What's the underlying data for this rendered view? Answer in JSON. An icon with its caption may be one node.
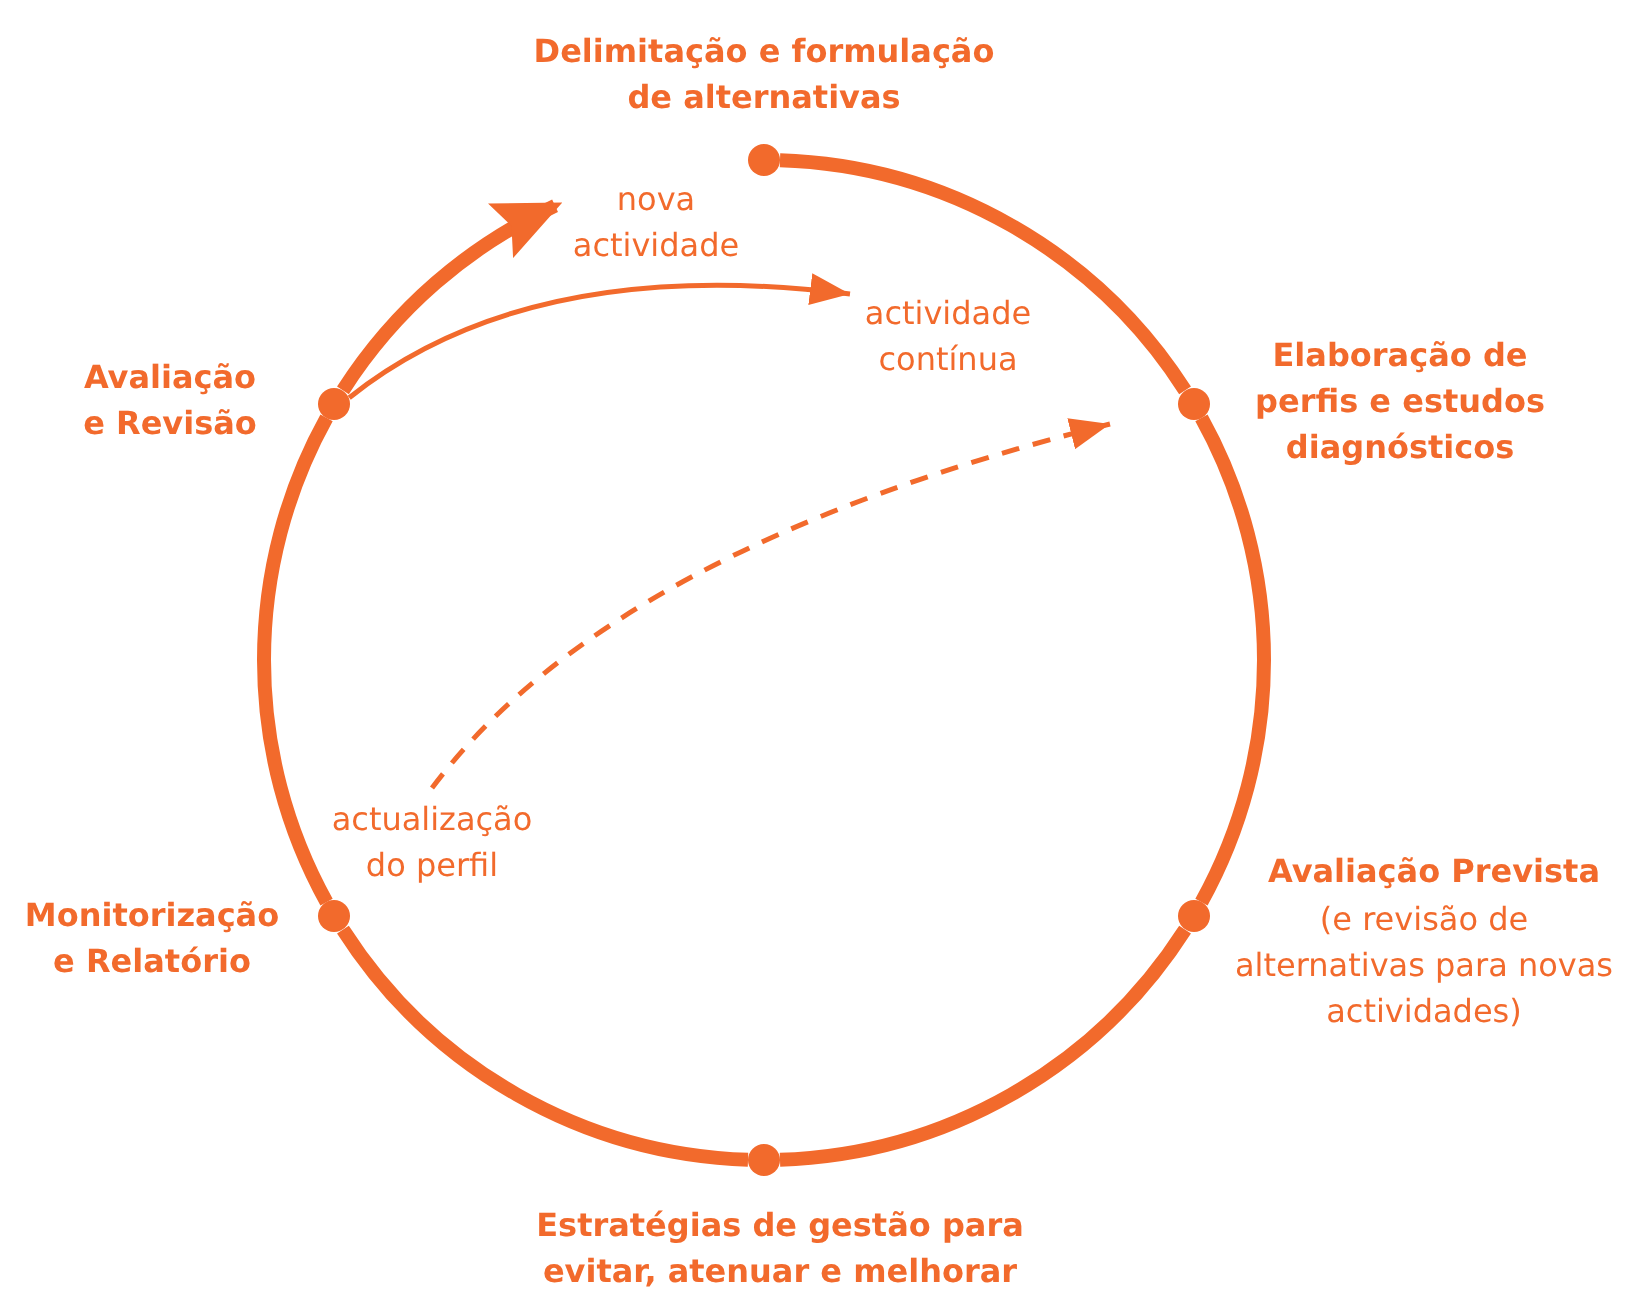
{
  "diagram": {
    "nodes": [
      {
        "text": [],
        "shape": "circle",
        "beside": [
          "Delimitação e formulação de alternativas"
        ]
      },
      {
        "text": [],
        "shape": "circle",
        "beside": [
          "Elaboração de perfis e estudos diagnósticos"
        ]
      },
      {
        "text": [],
        "shape": "circle",
        "beside": [
          "Avaliação Prevista",
          "(e revisão de alternativas para novas actividades)"
        ]
      },
      {
        "text": [],
        "shape": "circle",
        "beside": [
          "Estratégias de gestão para evitar, atenuar e melhorar"
        ]
      },
      {
        "text": [],
        "shape": "circle",
        "beside": [
          "Monitorização e Relatório"
        ]
      },
      {
        "text": [],
        "shape": "circle",
        "beside": [
          "Avaliação e Revisão"
        ]
      },
      {
        "text": [
          "actualização do perfil"
        ]
      }
    ],
    "edges": [
      {
        "from": 0,
        "to": 1,
        "arrow": "none"
      },
      {
        "from": 1,
        "to": 2,
        "arrow": "none"
      },
      {
        "from": 2,
        "to": 3,
        "arrow": "none"
      },
      {
        "from": 3,
        "to": 4,
        "arrow": "none"
      },
      {
        "from": 4,
        "to": 5,
        "arrow": "none"
      },
      {
        "from": 5,
        "to": null,
        "arrow": "to",
        "label": "nova actividade"
      },
      {
        "from": 5,
        "to": null,
        "arrow": "to",
        "label": "actividade contínua"
      },
      {
        "from": 6,
        "to": null,
        "arrow": "to",
        "style": "dashed"
      }
    ]
  }
}
